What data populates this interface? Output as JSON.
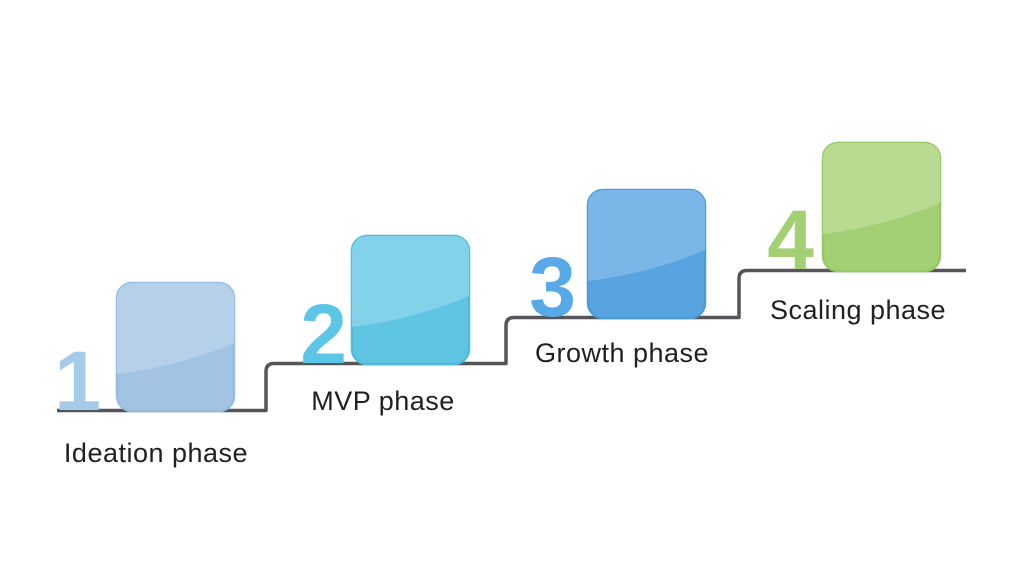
{
  "diagram": {
    "type": "staircase-growth-diagram",
    "background_color": "#ffffff",
    "staircase_line_color": "#54565a",
    "label_text_color": "#212121"
  },
  "steps": [
    {
      "number": "1",
      "label": "Ideation phase",
      "number_color": "#a6cae9",
      "block_color": "#a3c3e3",
      "block_highlight_color": "#b7d0ea",
      "block_rim_color": "#96bce0"
    },
    {
      "number": "2",
      "label": "MVP phase",
      "number_color": "#5cc6e6",
      "block_color": "#5ec5e2",
      "block_highlight_color": "#82d2ea",
      "block_rim_color": "#4fbcdc"
    },
    {
      "number": "3",
      "label": "Growth phase",
      "number_color": "#57a9e7",
      "block_color": "#57a4e0",
      "block_highlight_color": "#7ab7e8",
      "block_rim_color": "#4b9cd9"
    },
    {
      "number": "4",
      "label": "Scaling phase",
      "number_color": "#a3d073",
      "block_color": "#a3d075",
      "block_highlight_color": "#b8db91",
      "block_rim_color": "#96c865"
    }
  ]
}
